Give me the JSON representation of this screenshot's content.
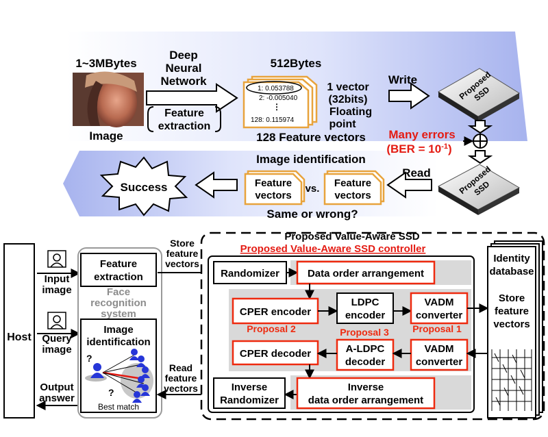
{
  "top": {
    "image_size": "1~3MBytes",
    "image_label": "Image",
    "dnn_line1": "Deep",
    "dnn_line2": "Neural",
    "dnn_line3": "Network",
    "feat_line1": "Feature",
    "feat_line2": "extraction",
    "vec_bytes": "512Bytes",
    "vec_rows": [
      "1:  0.053788",
      "2: -0.005040",
      "128:  0.115974"
    ],
    "vec_ellipsis": "⋮",
    "vec_caption": "128 Feature vectors",
    "vec_note_line1": "1 vector",
    "vec_note_line2": "(32bits)",
    "vec_note_line3": "Floating",
    "vec_note_line4": "point",
    "write_label": "Write",
    "ssd_line1": "Proposed",
    "ssd_line2": "SSD",
    "errors_line1": "Many errors",
    "errors_line2": "(BER = 10",
    "errors_exp": "-1",
    "errors_close": ")",
    "read_label": "Read",
    "identification_label": "Image identification",
    "fv_line1": "Feature",
    "fv_line2": "vectors",
    "vs_label": "vs.",
    "same_label": "Same or wrong?",
    "success_label": "Success"
  },
  "bottom": {
    "host_label": "Host",
    "input_line1": "Input",
    "input_line2": "image",
    "query_line1": "Query",
    "query_line2": "image",
    "output_line1": "Output",
    "output_line2": "answer",
    "fe_line1": "Feature",
    "fe_line2": "extraction",
    "frs_line1": "Face",
    "frs_line2": "recognition",
    "frs_line3": "system",
    "ii_line1": "Image",
    "ii_line2": "identification",
    "best_match": "Best match",
    "q_mark": "?",
    "store_line1": "Store",
    "store_line2": "feature",
    "store_line3": "vectors",
    "read_line1": "Read",
    "read_line2": "feature",
    "read_line3": "vectors",
    "ssd_title": "Proposed Value-Aware SSD",
    "controller_title": "Proposed Value-Aware SSD controller",
    "randomizer": "Randomizer",
    "data_order": "Data order arrangement",
    "cper_encoder": "CPER encoder",
    "ldpc_line1": "LDPC",
    "ldpc_line2": "encoder",
    "vadm_line1": "VADM",
    "vadm_line2": "converter",
    "proposal2": "Proposal 2",
    "proposal3": "Proposal 3",
    "proposal1": "Proposal 1",
    "cper_decoder": "CPER decoder",
    "aldpc_line1": "A-LDPC",
    "aldpc_line2": "decoder",
    "inv_rand_line1": "Inverse",
    "inv_rand_line2": "Randomizer",
    "inv_order_line1": "Inverse",
    "inv_order_line2": "data order arrangement",
    "idb_line1": "Identity",
    "idb_line2": "database",
    "idb_store_line1": "Store",
    "idb_store_line2": "feature",
    "idb_store_line3": "vectors"
  },
  "colors": {
    "accent_red": "#e41b13",
    "proposal_orange": "#ee2a0f",
    "frame_orange": "#e8a33c",
    "banner_blue": "#a9b5ee",
    "person_blue": "#2636d8"
  }
}
